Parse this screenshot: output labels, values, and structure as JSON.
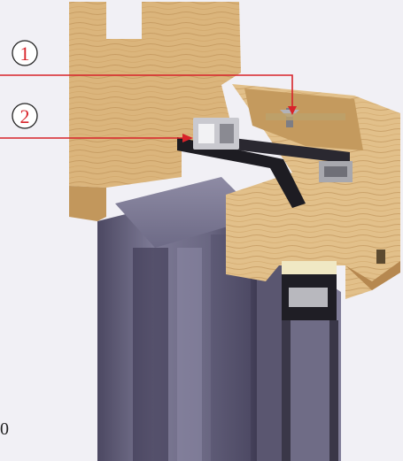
{
  "figure": {
    "colors": {
      "background": "#f1f0f5",
      "wood_light": "#e4c490",
      "wood_mid": "#c99d5f",
      "wood_dark": "#a87a42",
      "aluminium": "#8e8ba4",
      "aluminium_dark": "#5e5a74",
      "seal_black": "#1d1c22",
      "hardware_grey": "#9c9ca2",
      "callout_red": "#d8232a"
    },
    "callouts": [
      {
        "number": "1",
        "target": "hinge-screw"
      },
      {
        "number": "2",
        "target": "locking-bracket"
      }
    ],
    "edge_text": "0"
  }
}
